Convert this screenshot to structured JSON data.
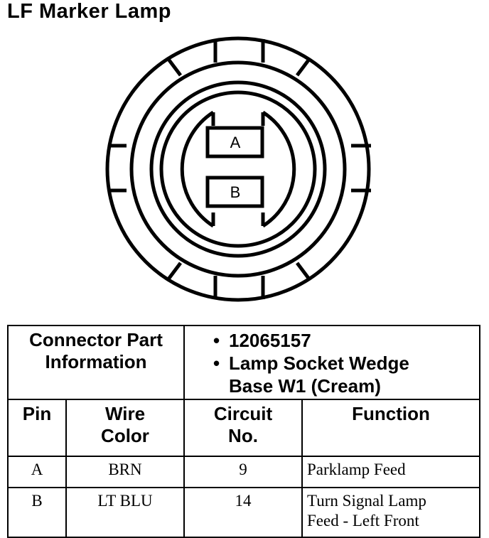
{
  "title": "LF Marker Lamp",
  "pins": [
    {
      "label": "A"
    },
    {
      "label": "B"
    }
  ],
  "connector_info": {
    "heading_line1": "Connector Part",
    "heading_line2": "Information",
    "part_number": "12065157",
    "description_line1": "Lamp Socket Wedge",
    "description_line2": "Base W1 (Cream)"
  },
  "columns": {
    "pin": "Pin",
    "wire_line1": "Wire",
    "wire_line2": "Color",
    "circuit_line1": "Circuit",
    "circuit_line2": "No.",
    "function": "Function"
  },
  "rows": [
    {
      "pin": "A",
      "wire_color": "BRN",
      "circuit": "9",
      "function_line1": "Parklamp Feed",
      "function_line2": ""
    },
    {
      "pin": "B",
      "wire_color": "LT BLU",
      "circuit": "14",
      "function_line1": "Turn Signal Lamp",
      "function_line2": "Feed - Left Front"
    }
  ]
}
